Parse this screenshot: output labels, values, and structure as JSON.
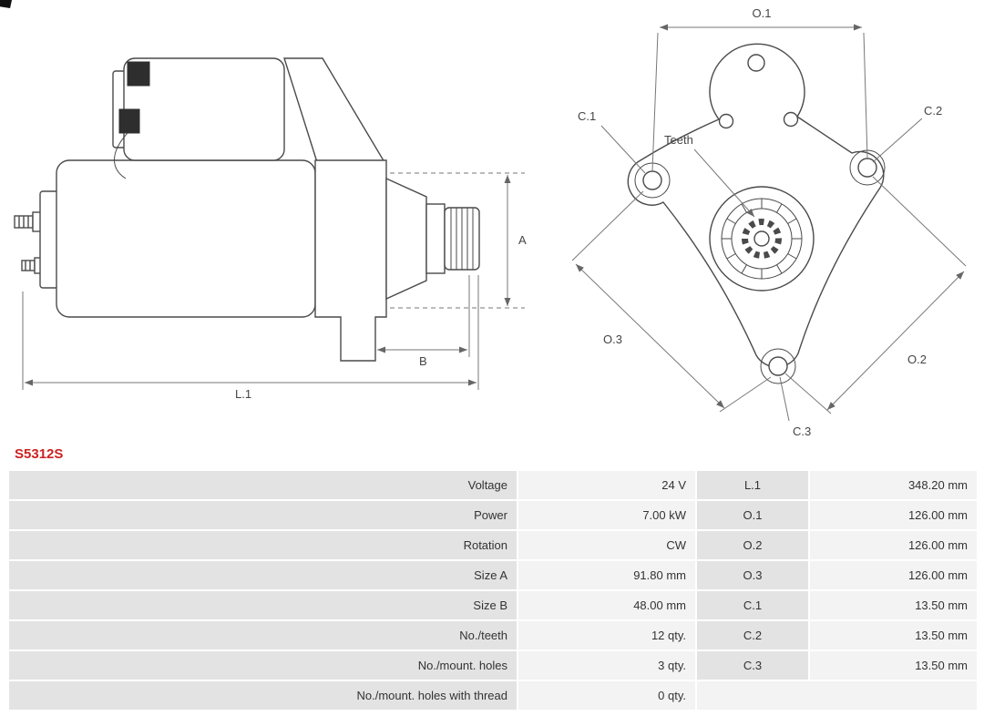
{
  "part_number": "S5312S",
  "colors": {
    "part_number_red": "#cc2222",
    "row_label_bg": "#e3e3e3",
    "row_value_bg": "#f3f3f3",
    "line_color": "#4a4a4a"
  },
  "diagram": {
    "labels": {
      "dim_a": "A",
      "dim_b": "B",
      "dim_l1": "L.1",
      "dim_o1": "O.1",
      "dim_o2": "O.2",
      "dim_o3": "O.3",
      "dim_c1": "C.1",
      "dim_c2": "C.2",
      "dim_c3": "C.3",
      "teeth": "Teeth"
    }
  },
  "spec_table": {
    "rows": [
      {
        "label": "Voltage",
        "value": "24 V",
        "dim_label": "L.1",
        "dim_value": "348.20 mm"
      },
      {
        "label": "Power",
        "value": "7.00 kW",
        "dim_label": "O.1",
        "dim_value": "126.00 mm"
      },
      {
        "label": "Rotation",
        "value": "CW",
        "dim_label": "O.2",
        "dim_value": "126.00 mm"
      },
      {
        "label": "Size A",
        "value": "91.80 mm",
        "dim_label": "O.3",
        "dim_value": "126.00 mm"
      },
      {
        "label": "Size B",
        "value": "48.00 mm",
        "dim_label": "C.1",
        "dim_value": "13.50 mm"
      },
      {
        "label": "No./teeth",
        "value": "12 qty.",
        "dim_label": "C.2",
        "dim_value": "13.50 mm"
      },
      {
        "label": "No./mount. holes",
        "value": "3 qty.",
        "dim_label": "C.3",
        "dim_value": "13.50 mm"
      },
      {
        "label": "No./mount. holes with thread",
        "value": "0 qty.",
        "dim_label": "",
        "dim_value": ""
      }
    ]
  }
}
